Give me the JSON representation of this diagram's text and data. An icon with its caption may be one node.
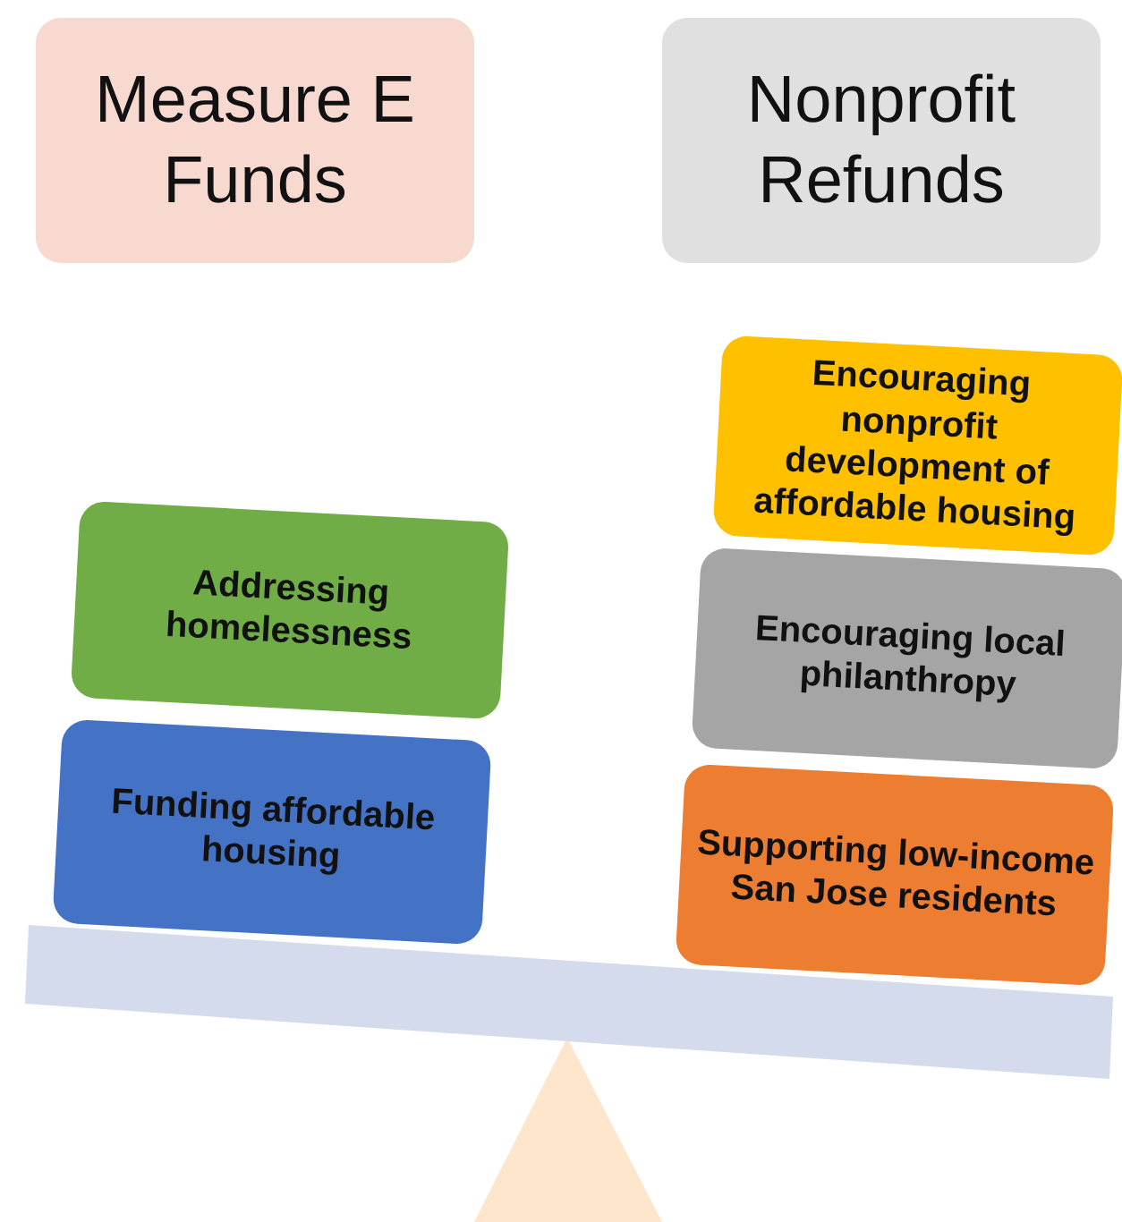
{
  "diagram": {
    "nodes": [
      {
        "text": [
          "Measure E Funds"
        ]
      },
      {
        "text": [
          "Nonprofit Refunds"
        ]
      },
      {
        "text": [
          "Addressing homelessness"
        ]
      },
      {
        "text": [
          "Funding affordable housing"
        ]
      },
      {
        "text": [
          "Encouraging nonprofit development of affordable housing"
        ]
      },
      {
        "text": [
          "Encouraging local philanthropy"
        ]
      },
      {
        "text": [
          "Supporting low-income San Jose residents"
        ]
      }
    ]
  }
}
